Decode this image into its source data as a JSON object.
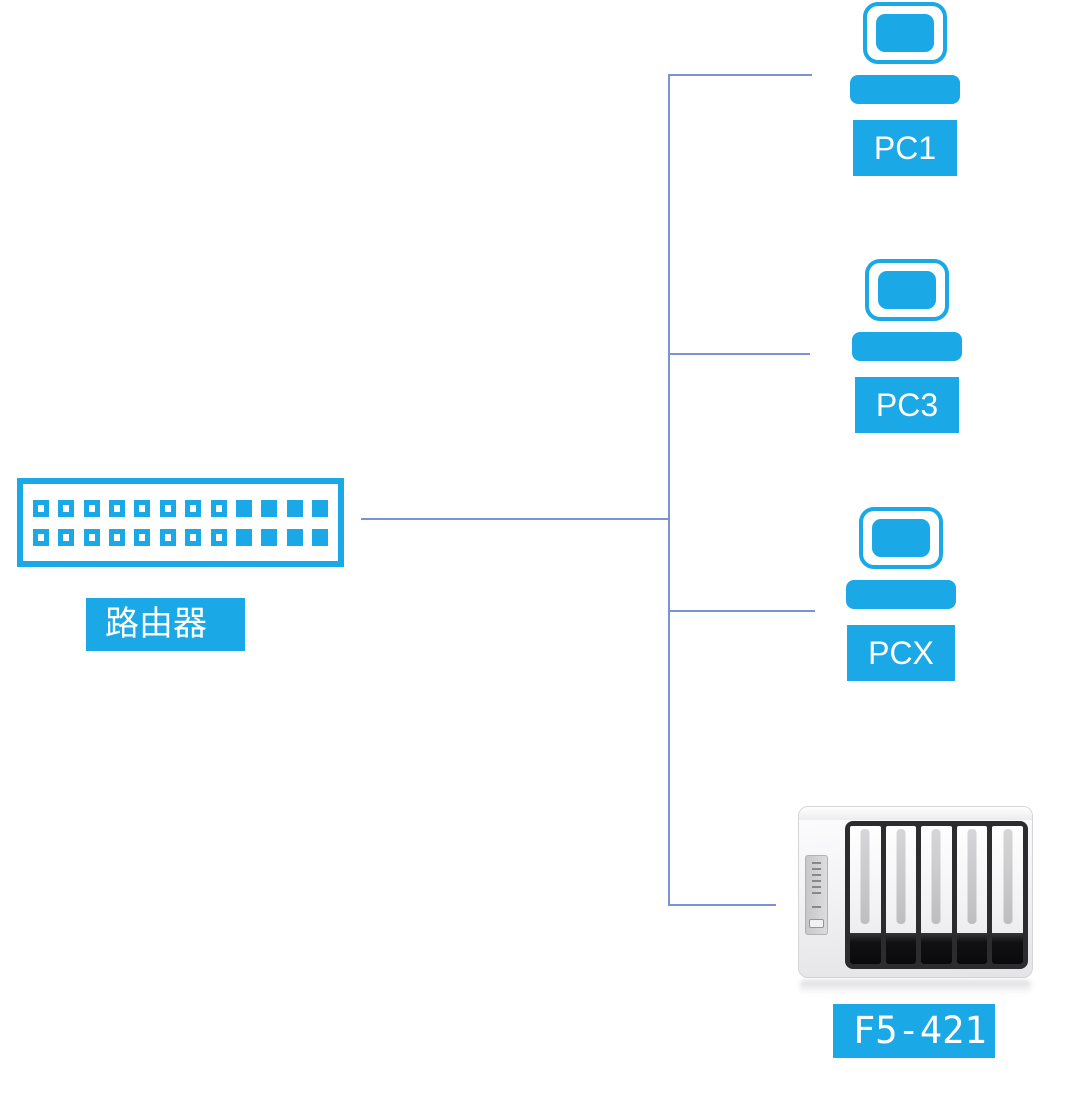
{
  "colors": {
    "accent": "#1aa8e6",
    "connector": "#7b93d4"
  },
  "nodes": {
    "router": {
      "label": "路由器",
      "icon": "router-switch-ports-icon"
    },
    "pc1": {
      "label": "PC1",
      "icon": "desktop-computer-icon"
    },
    "pc3": {
      "label": "PC3",
      "icon": "desktop-computer-icon"
    },
    "pcx": {
      "label": "PCX",
      "icon": "desktop-computer-icon"
    },
    "nas": {
      "label": "F5-421",
      "icon": "nas-5bay-enclosure-icon"
    }
  },
  "connections": [
    {
      "from": "路由器",
      "to": "PC1"
    },
    {
      "from": "路由器",
      "to": "PC3"
    },
    {
      "from": "路由器",
      "to": "PCX"
    },
    {
      "from": "路由器",
      "to": "F5-421"
    }
  ]
}
